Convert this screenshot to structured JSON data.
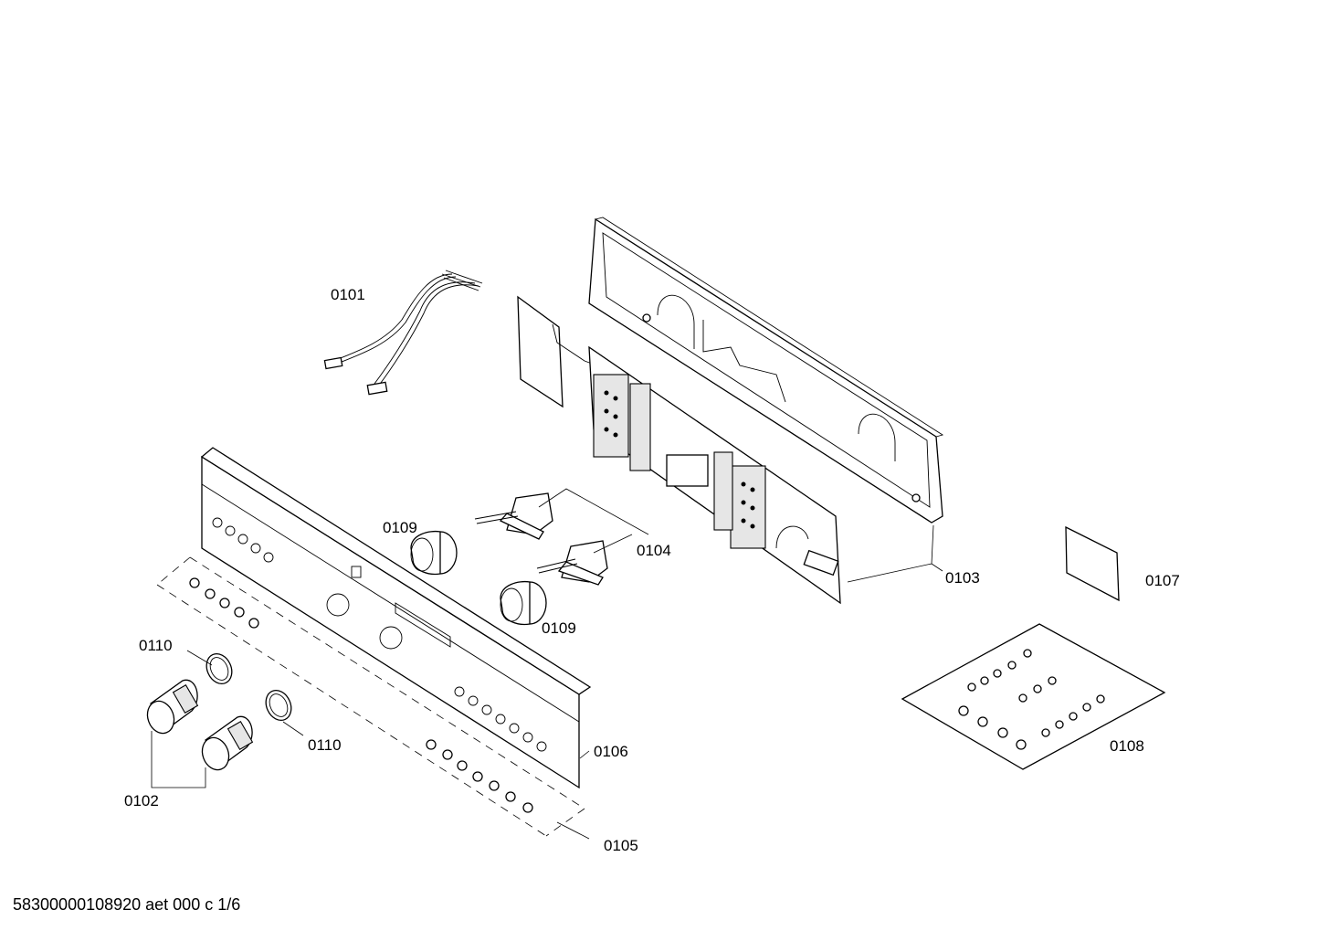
{
  "labels": {
    "p0101": "0101",
    "p0102": "0102",
    "p0103": "0103",
    "p0104": "0104",
    "p0105": "0105",
    "p0106": "0106",
    "p0107": "0107",
    "p0108": "0108",
    "p0109a": "0109",
    "p0109b": "0109",
    "p0110a": "0110",
    "p0110b": "0110"
  },
  "footer": "58300000108920 aet 000 c 1/6"
}
